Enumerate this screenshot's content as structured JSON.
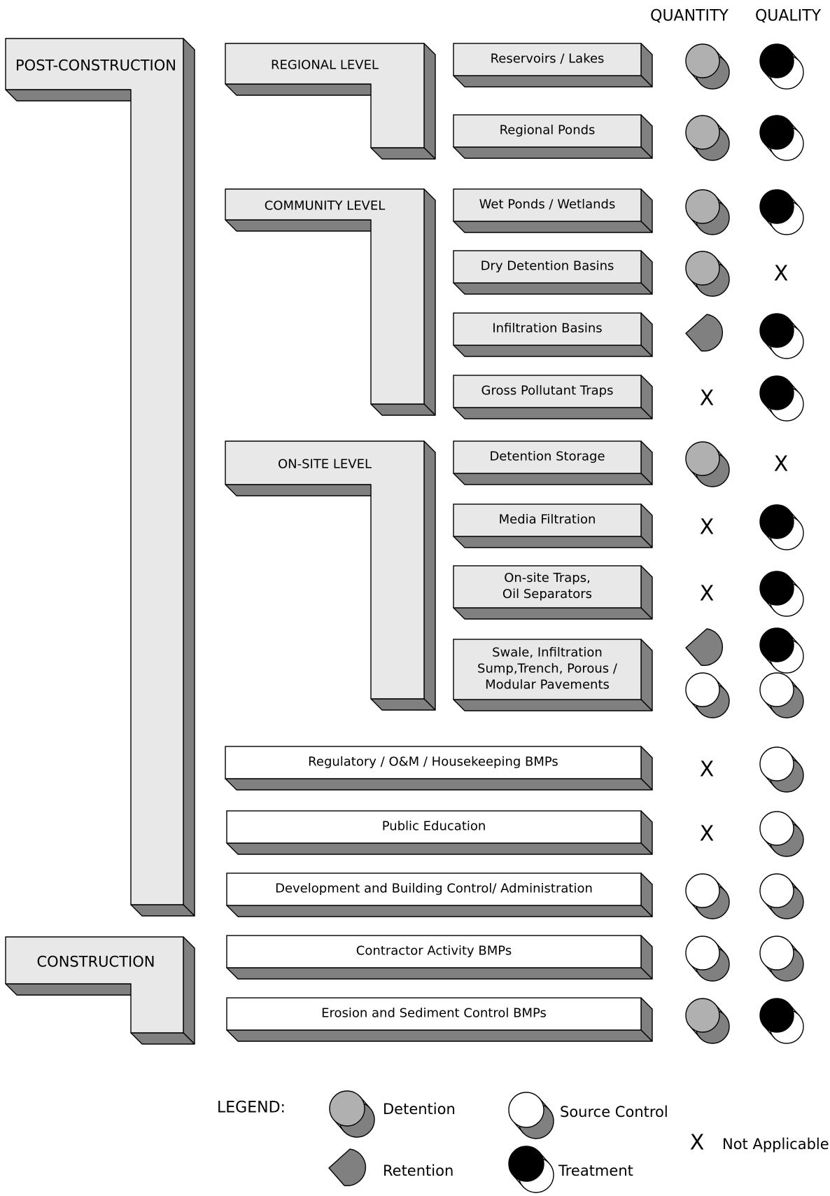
{
  "headers": {
    "quantity": "QUANTITY",
    "quality": "QUALITY"
  },
  "phases": [
    {
      "label": "POST-CONSTRUCTION"
    },
    {
      "label": "CONSTRUCTION"
    }
  ],
  "levels": [
    {
      "label": "REGIONAL LEVEL"
    },
    {
      "label": "COMMUNITY LEVEL"
    },
    {
      "label": "ON-SITE LEVEL"
    }
  ],
  "items": [
    {
      "lines": [
        "Reservoirs / Lakes"
      ],
      "quantity": [
        "detention"
      ],
      "quality": [
        "treatment"
      ]
    },
    {
      "lines": [
        "Regional Ponds"
      ],
      "quantity": [
        "detention"
      ],
      "quality": [
        "treatment"
      ]
    },
    {
      "lines": [
        "Wet Ponds / Wetlands"
      ],
      "quantity": [
        "detention"
      ],
      "quality": [
        "treatment"
      ]
    },
    {
      "lines": [
        "Dry Detention Basins"
      ],
      "quantity": [
        "detention"
      ],
      "quality": [
        "not-applicable"
      ]
    },
    {
      "lines": [
        "Infiltration Basins"
      ],
      "quantity": [
        "retention"
      ],
      "quality": [
        "treatment"
      ]
    },
    {
      "lines": [
        "Gross Pollutant Traps"
      ],
      "quantity": [
        "not-applicable"
      ],
      "quality": [
        "treatment"
      ]
    },
    {
      "lines": [
        "Detention Storage"
      ],
      "quantity": [
        "detention"
      ],
      "quality": [
        "not-applicable"
      ]
    },
    {
      "lines": [
        "Media Filtration"
      ],
      "quantity": [
        "not-applicable"
      ],
      "quality": [
        "treatment"
      ]
    },
    {
      "lines": [
        "On-site Traps,",
        "Oil Separators"
      ],
      "quantity": [
        "not-applicable"
      ],
      "quality": [
        "treatment"
      ]
    },
    {
      "lines": [
        "Swale, Infiltration",
        "Sump,Trench, Porous /",
        "Modular Pavements"
      ],
      "quantity": [
        "retention",
        "source-control"
      ],
      "quality": [
        "treatment",
        "source-control"
      ]
    },
    {
      "lines": [
        "Regulatory / O&M / Housekeeping BMPs"
      ],
      "quantity": [
        "not-applicable"
      ],
      "quality": [
        "source-control"
      ]
    },
    {
      "lines": [
        "Public Education"
      ],
      "quantity": [
        "not-applicable"
      ],
      "quality": [
        "source-control"
      ]
    },
    {
      "lines": [
        "Development and Building Control/ Administration"
      ],
      "quantity": [
        "source-control"
      ],
      "quality": [
        "source-control"
      ]
    },
    {
      "lines": [
        "Contractor Activity BMPs"
      ],
      "quantity": [
        "source-control"
      ],
      "quality": [
        "source-control"
      ]
    },
    {
      "lines": [
        "Erosion and Sediment Control BMPs"
      ],
      "quantity": [
        "detention"
      ],
      "quality": [
        "treatment"
      ]
    }
  ],
  "legend": {
    "title": "LEGEND:",
    "entries": [
      {
        "symbol": "detention",
        "label": "Detention"
      },
      {
        "symbol": "source-control",
        "label": "Source Control"
      },
      {
        "symbol": "not-applicable",
        "label": "Not Applicable"
      },
      {
        "symbol": "retention",
        "label": "Retention"
      },
      {
        "symbol": "treatment",
        "label": "Treatment"
      }
    ]
  },
  "not_applicable_mark": "X",
  "colors": {
    "box_face": "#e8e8e8",
    "box_white": "#ffffff",
    "box_shadow": "#808080",
    "detention": "#b0b0b0",
    "retention": "#808080",
    "treatment": "#000000",
    "source_control": "#ffffff"
  }
}
